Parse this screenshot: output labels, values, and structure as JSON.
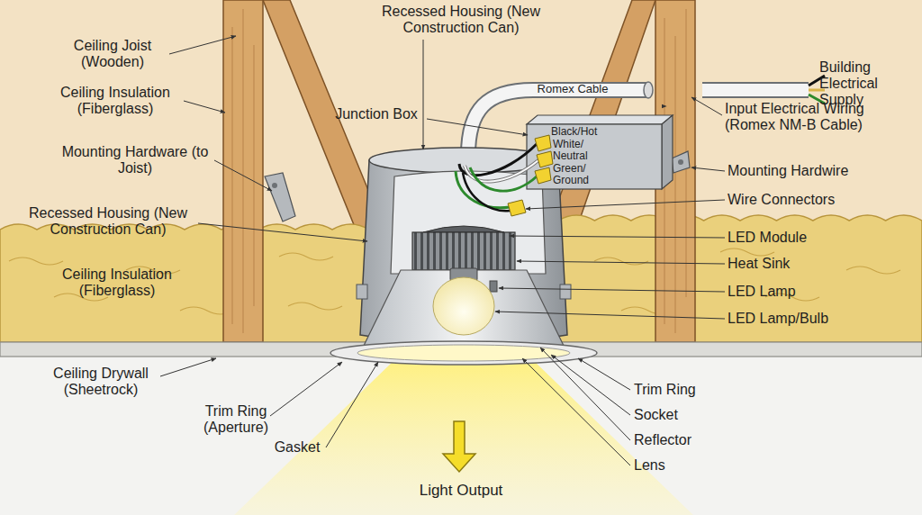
{
  "diagram": {
    "labels": [
      "Ceiling Joist (Wooden)",
      "Ceiling Insulation (Fiberglass)",
      "Mounting Hardware (to Joist)",
      "Recessed Housing (New Construction Can)",
      "Ceiling Insulation (Fiberglass)",
      "Ceiling Drywall (Sheetrock)",
      "Trim Ring (Aperture)",
      "Gasket",
      "Light Output",
      "Recessed Housing (New Construction Can)",
      "Romex Cable",
      "Junction Box",
      "Black/Hot",
      "White/ Neutral",
      "Green/ Ground",
      "Building Electrical Supply",
      "Input Electrical Wiring (Romex NM-B Cable)",
      "Mounting Hardwire",
      "Wire Connectors",
      "LED Module",
      "Heat Sink",
      "LED Lamp",
      "LED Lamp/Bulb",
      "Trim Ring",
      "Socket",
      "Reflector",
      "Lens"
    ]
  }
}
